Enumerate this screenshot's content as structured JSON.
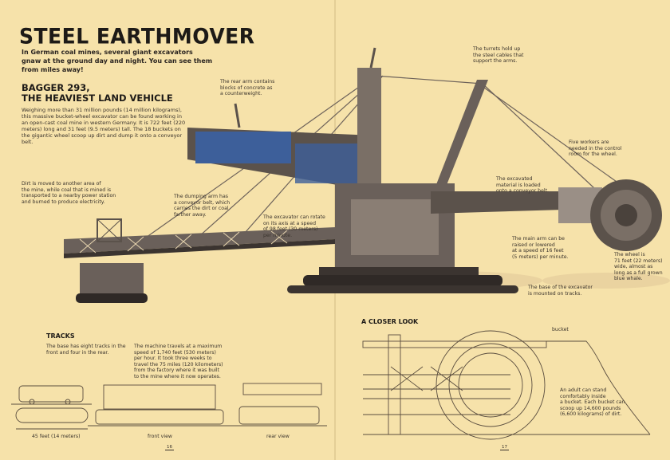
{
  "header": {
    "title": "STEEL EARTHMOVER",
    "intro": "In German coal mines, several giant excavators gnaw at the ground day and night. You can see them from miles away!"
  },
  "section": {
    "heading": "BAGGER 293,\nTHE HEAVIEST LAND VEHICLE",
    "body": "Weighing more than 31 million pounds (14 million kilograms), this massive bucket-wheel excavator can be found working in an open-cast coal mine in western Germany. It is 722 feet (220 meters) long and 31 feet (9.5 meters) tall. The 18 buckets on the gigantic wheel scoop up dirt and dump it onto a conveyor belt."
  },
  "annotations": {
    "rear_arm": "The rear arm contains\nblocks of concrete as\na counterweight.",
    "turrets": "The turrets hold up\nthe steel cables that\nsupport the arms.",
    "workers": "Five workers are\nneeded in the control\nroom for the wheel.",
    "excavated": "The excavated\nmaterial is loaded\nonto a conveyor belt.",
    "dirt": "Dirt is moved to another area of\nthe mine, while coal that is mined is\ntransported to a nearby power station\nand burned to produce electricity.",
    "dumping_arm": "The dumping arm has\na conveyor belt, which\ncarries the dirt or coal\nfarther away.",
    "rotate": "The excavator can rotate\non its axis at a speed\nof 98 feet (30 meters)\nper minute.",
    "main_arm": "The main arm can be\nraised or lowered\nat a speed of 16 feet\n(5 meters) per minute.",
    "wheel": "The wheel is\n71 feet (22 meters)\nwide, almost as\nlong as a full grown\nblue whale.",
    "base": "The base of the excavator\nis mounted on tracks."
  },
  "tracks": {
    "heading": "TRACKS",
    "text1": "The base has eight tracks in the\nfront and four in the rear.",
    "text2": "The machine travels at a maximum\nspeed of 1,740 feet (530 meters)\nper hour. It took three weeks to\ntravel the 75 miles (120 kilometers)\nfrom the factory where it was built\nto the mine where it now operates.",
    "scale_label": "45 feet (14 meters)",
    "front_label": "front view",
    "rear_label": "rear view"
  },
  "closer": {
    "heading": "A CLOSER LOOK",
    "bucket_label": "bucket",
    "text": "An adult can stand\ncomfortably inside\na bucket. Each bucket can\nscoop up 14,600 pounds\n(6,600 kilograms) of dirt."
  },
  "pages": {
    "left": "16",
    "right": "17"
  },
  "colors": {
    "background": "#f6e2aa",
    "steel": "#5b524b",
    "blue": "#3d5f9a",
    "ink": "#3a332c"
  }
}
